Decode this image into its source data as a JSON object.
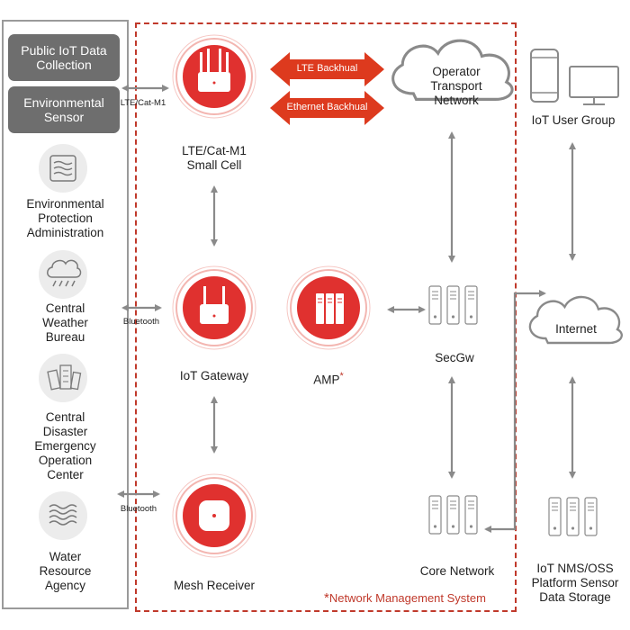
{
  "sources": {
    "public_iot": "Public IoT Data\nCollection",
    "env_sensor": "Environmental\nSensor",
    "epa": "Environmental\nProtection\nAdministration",
    "cwb": "Central\nWeather\nBureau",
    "cdeoc": "Central\nDisaster\nEmergency\nOperation\nCenter",
    "wra": "Water\nResource\nAgency"
  },
  "links": {
    "lte_catm1": "LTE/Cat-M1",
    "bluetooth_1": "Bluetooth",
    "bluetooth_2": "Bluetooth",
    "lte_backhual": "LTE Backhual",
    "ethernet_backhual": "Ethernet Backhual"
  },
  "nodes": {
    "small_cell": "LTE/Cat-M1\nSmall Cell",
    "iot_gateway": "IoT Gateway",
    "amp": "AMP",
    "mesh_receiver": "Mesh Receiver",
    "operator_network": "Operator\nTransport\nNetwork",
    "secgw": "SecGw",
    "core_network": "Core Network",
    "iot_user_group": "IoT User Group",
    "internet": "Internet",
    "nms_storage": "IoT NMS/OSS\nPlatform Sensor\nData Storage"
  },
  "legend": {
    "star": "*",
    "nms": "Network Management System"
  },
  "colors": {
    "red": "#e0312f",
    "dark_red": "#c0392b",
    "gray_box": "#6e6e6e",
    "arrow_gray": "#8a8a8a",
    "dash_red": "#c0392b"
  }
}
